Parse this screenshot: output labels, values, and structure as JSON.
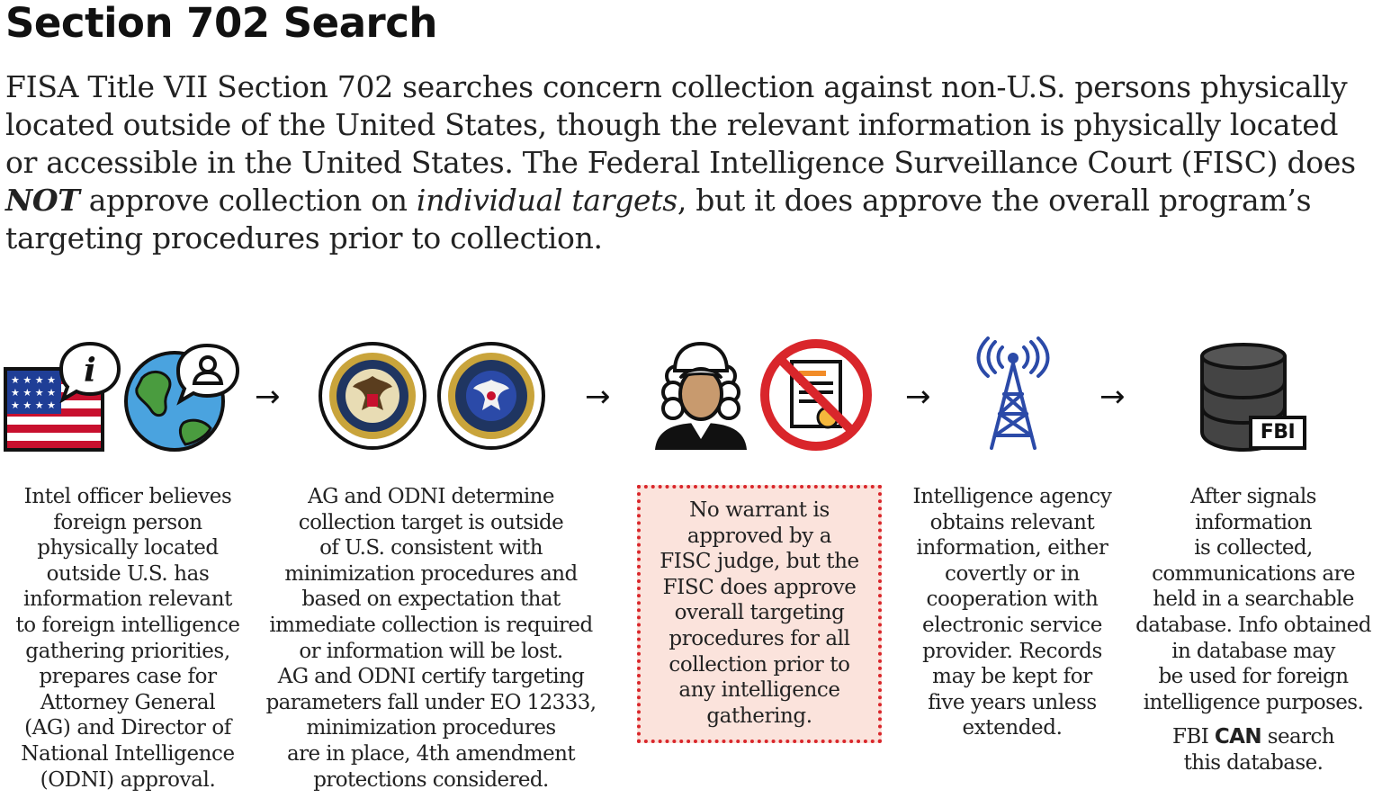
{
  "title": "Section 702 Search",
  "intro": {
    "part1": "FISA Title VII Section 702 searches concern collection against non-U.S. persons physically located outside of the United States, though the relevant information is physically located or accessible in the United States. The Federal Intelligence Surveillance Court (FISC) does ",
    "not_emphasis": "NOT",
    "part2": " approve collection on ",
    "individual_targets": "individual targets",
    "part3": ", but it does approve the overall program’s targeting procedures prior to collection."
  },
  "arrow_glyph": "→",
  "icons": {
    "flag": "us-flag-icon",
    "info_bubble": "info-bubble-icon",
    "globe": "globe-person-icon",
    "doj_seal": "doj-seal-icon",
    "odni_seal": "odni-seal-icon",
    "judge": "judge-icon",
    "no_document": "no-document-icon",
    "tower": "radio-tower-icon",
    "database": "database-icon"
  },
  "fbi_label": "FBI",
  "steps": [
    {
      "lines": [
        "Intel officer believes",
        "foreign person",
        "physically located",
        "outside U.S. has",
        "information relevant",
        "to foreign intelligence",
        "gathering priorities,",
        "prepares case for",
        "Attorney General",
        "(AG) and Director of",
        "National Intelligence",
        "(ODNI) approval."
      ]
    },
    {
      "lines": [
        "AG and ODNI determine",
        "collection target is outside",
        "of U.S. consistent with",
        "minimization procedures and",
        "based on expectation that",
        "immediate collection is required",
        "or information will be lost.",
        "AG and ODNI certify targeting",
        "parameters fall under EO 12333,",
        "minimization procedures",
        "are in place, 4th amendment",
        "protections considered."
      ]
    },
    {
      "lines": [
        "No warrant is",
        "approved by a",
        "FISC judge, but the",
        "FISC does approve",
        "overall targeting",
        "procedures for all",
        "collection prior to",
        "any intelligence",
        "gathering."
      ]
    },
    {
      "lines": [
        "Intelligence agency",
        "obtains relevant",
        "information, either",
        "covertly or in",
        "cooperation with",
        "electronic service",
        "provider. Records",
        "may be kept for",
        "five years unless",
        "extended."
      ]
    },
    {
      "lines": [
        "After signals",
        "information",
        "is collected,",
        "communications are",
        "held in a searchable",
        "database. Info obtained",
        "in database may",
        "be used for foreign",
        "intelligence purposes."
      ],
      "note_pre": "FBI ",
      "note_bold": "CAN",
      "note_post": " search",
      "note_line2": "this database."
    }
  ],
  "colors": {
    "warning_fill": "#fbe3dc",
    "warning_border": "#d9262b",
    "tower_blue": "#2b4aa8",
    "flag_red": "#c8102e",
    "flag_blue": "#1f3e96",
    "globe_blue": "#4aa3df",
    "globe_green": "#4a9c3f"
  }
}
